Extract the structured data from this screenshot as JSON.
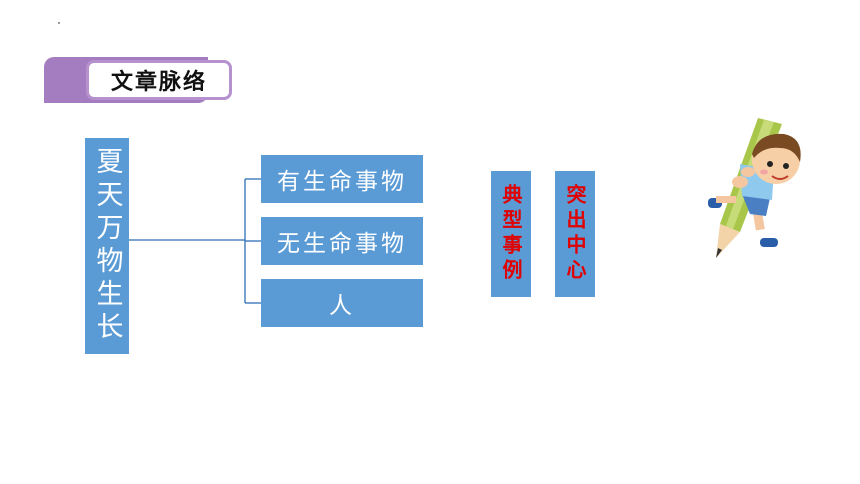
{
  "header": {
    "title": "文章脉络"
  },
  "diagram": {
    "main_label": "夏天万物生长",
    "branches": [
      "有生命事物",
      "无生命事物",
      "人"
    ],
    "tags": [
      "典型事例",
      "突出中心"
    ]
  },
  "colors": {
    "box_fill": "#5b9bd5",
    "header_accent": "#a47dc0",
    "tag_text": "#e00000",
    "line": "#2e6eb5"
  },
  "icons": [
    "pencil-kid-illustration"
  ]
}
